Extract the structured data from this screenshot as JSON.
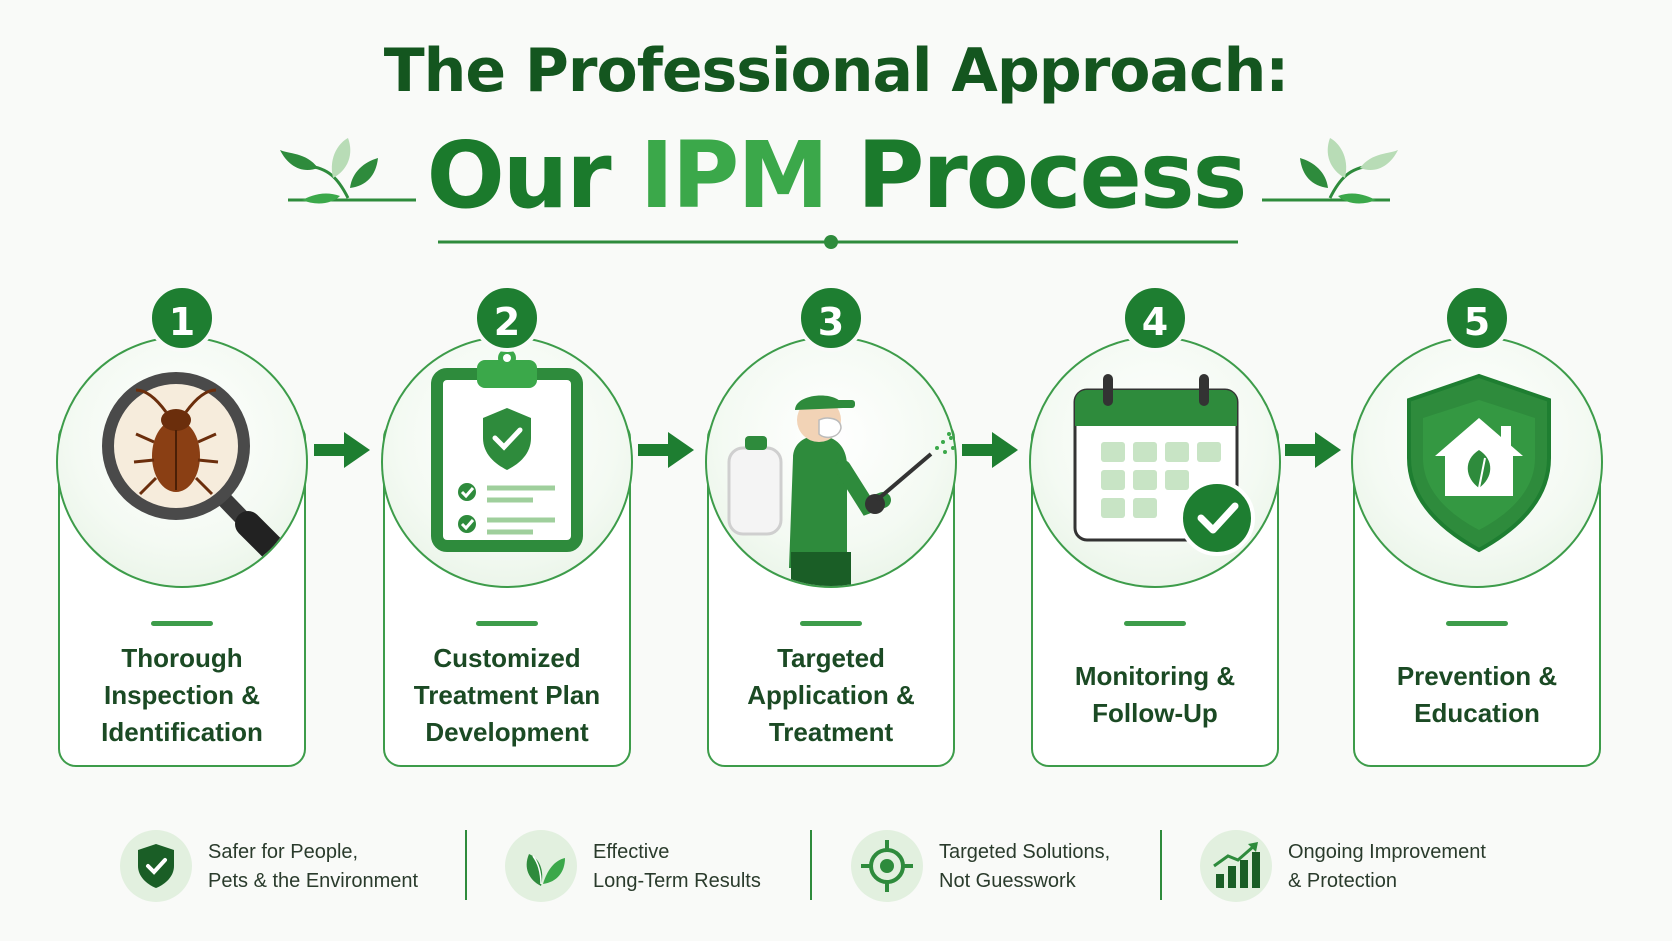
{
  "title": {
    "line1": "The Professional Approach:",
    "line2_part1": "Our",
    "line2_highlight": "IPM",
    "line2_part2": "Process"
  },
  "steps": [
    {
      "number": "1",
      "label_lines": [
        "Thorough",
        "Inspection &",
        "Identification"
      ],
      "icon": "magnifying-glass-bug-icon"
    },
    {
      "number": "2",
      "label_lines": [
        "Customized",
        "Treatment Plan",
        "Development"
      ],
      "icon": "clipboard-checklist-icon"
    },
    {
      "number": "3",
      "label_lines": [
        "Targeted",
        "Application &",
        "Treatment"
      ],
      "icon": "technician-sprayer-icon"
    },
    {
      "number": "4",
      "label_lines": [
        "Monitoring &",
        "Follow-Up"
      ],
      "icon": "calendar-check-icon"
    },
    {
      "number": "5",
      "label_lines": [
        "Prevention &",
        "Education"
      ],
      "icon": "shield-house-leaf-icon"
    }
  ],
  "benefits": [
    {
      "line1": "Safer for People,",
      "line2": "Pets & the Environment",
      "icon": "shield-check-icon"
    },
    {
      "line1": "Effective",
      "line2": "Long-Term Results",
      "icon": "leaf-icon"
    },
    {
      "line1": "Targeted Solutions,",
      "line2": "Not Guesswork",
      "icon": "crosshair-target-icon"
    },
    {
      "line1": "Ongoing Improvement",
      "line2": "& Protection",
      "icon": "growth-chart-icon"
    }
  ],
  "colors": {
    "dark_green": "#14561f",
    "primary_green": "#1e7e31",
    "light_green": "#3ba84a",
    "pale_green": "#e2f0df"
  }
}
